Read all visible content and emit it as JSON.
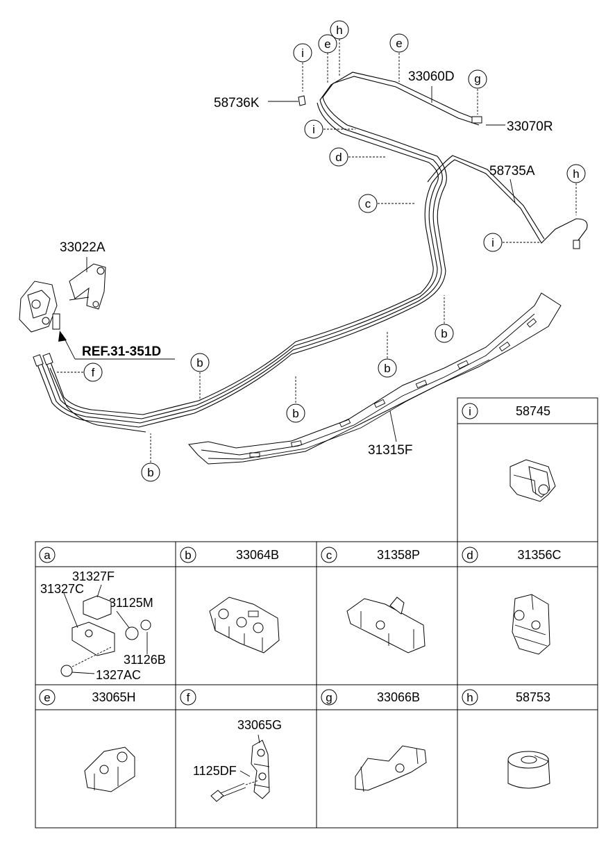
{
  "callouts": {
    "i1": "i",
    "e1": "e",
    "h1": "h",
    "e2": "e",
    "g1": "g",
    "i2": "i",
    "d1": "d",
    "c1": "c",
    "h2": "h",
    "i3": "i",
    "f1": "f",
    "b1": "b",
    "b2": "b",
    "b3": "b",
    "b4": "b",
    "b5": "b"
  },
  "labels": {
    "p58736K": "58736K",
    "p33060D": "33060D",
    "p33070R": "33070R",
    "p58735A": "58735A",
    "p33022A": "33022A",
    "ref": "REF.31-351D",
    "p31315F": "31315F"
  },
  "cells": {
    "i": {
      "letter": "i",
      "part": "58745"
    },
    "a": {
      "letter": "a",
      "part": "",
      "sub": {
        "p31327F": "31327F",
        "p31327C": "31327C",
        "p31125M": "31125M",
        "p31126B": "31126B",
        "p1327AC": "1327AC"
      }
    },
    "b": {
      "letter": "b",
      "part": "33064B"
    },
    "c": {
      "letter": "c",
      "part": "31358P"
    },
    "d": {
      "letter": "d",
      "part": "31356C"
    },
    "e": {
      "letter": "e",
      "part": "33065H"
    },
    "f": {
      "letter": "f",
      "part": "",
      "sub": {
        "p33065G": "33065G",
        "p1125DF": "1125DF"
      }
    },
    "g": {
      "letter": "g",
      "part": "33066B"
    },
    "h": {
      "letter": "h",
      "part": "58753"
    }
  }
}
